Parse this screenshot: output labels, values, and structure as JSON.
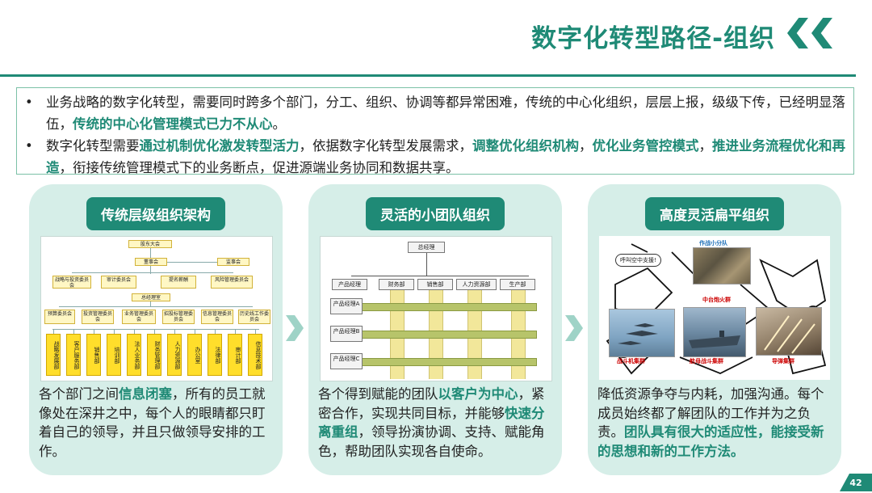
{
  "header": {
    "title": "数字化转型路径-组织",
    "accent_color": "#1f8a76"
  },
  "bullets": [
    {
      "parts": [
        {
          "t": "业务战略的数字化转型，需要同时跨多个部门，分工、组织、协调等都异常困难，传统的中心化组织，层层上报，级级下传，已经明显落伍，",
          "hl": false
        },
        {
          "t": "传统的中心化管理模式已力不从心",
          "hl": true
        },
        {
          "t": "。",
          "hl": false
        }
      ]
    },
    {
      "parts": [
        {
          "t": "数字化转型需要",
          "hl": false
        },
        {
          "t": "通过机制优化激发转型活力",
          "hl": true
        },
        {
          "t": "，依据数字化转型发展需求，",
          "hl": false
        },
        {
          "t": "调整优化组织机构",
          "hl": true
        },
        {
          "t": "，",
          "hl": false
        },
        {
          "t": "优化业务管控模式",
          "hl": true
        },
        {
          "t": "，",
          "hl": false
        },
        {
          "t": "推进业务流程优化和再造",
          "hl": true
        },
        {
          "t": "，衔接传统管理模式下的业务断点，促进源端业务协同和数据共享。",
          "hl": false
        }
      ]
    }
  ],
  "panels": [
    {
      "title": "传统层级组织架构",
      "text_parts": [
        {
          "t": "各个部门之间",
          "hl": false
        },
        {
          "t": "信息闭塞",
          "hl": true
        },
        {
          "t": "，所有的员工就像处在深井之中，每个人的眼睛都只盯着自己的领导，并且只做领导安排的工作。",
          "hl": false
        }
      ]
    },
    {
      "title": "灵活的小团队组织",
      "text_parts": [
        {
          "t": "各个得到赋能的团队",
          "hl": false
        },
        {
          "t": "以客户为中心",
          "hl": true
        },
        {
          "t": "，紧密合作，实现共同目标，并能够",
          "hl": false
        },
        {
          "t": "快速分离重组",
          "hl": true
        },
        {
          "t": "，领导扮演协调、支持、赋能角色，帮助团队实现各自使命。",
          "hl": false
        }
      ]
    },
    {
      "title": "高度灵活扁平组织",
      "text_parts": [
        {
          "t": "降低资源争夺与内耗，加强沟通。每个成员始终都了解团队的工作并为之负责。",
          "hl": false
        },
        {
          "t": "团队具有很大的适应性，能接受新的思想和新的工作方法。",
          "hl": true
        }
      ]
    }
  ],
  "org_chart": {
    "top": "股东大会",
    "board": "董事会",
    "supervisors": "监事会",
    "committees": [
      "战略与投资委员会",
      "审计委员会",
      "提名薪酬",
      "风险管理委员会"
    ],
    "ceo": "总经理室",
    "mid": [
      "预算委员会",
      "投资管理委员会",
      "业务管理委员会",
      "招投标管理委员会",
      "信息管理委员会",
      "历史线工作委员会"
    ],
    "depts": [
      "战略发展部",
      "客户服务部",
      "销售部",
      "培训部",
      "法人业务部",
      "财务管理部",
      "人力资源部",
      "办公室",
      "法律部",
      "审计部",
      "信息技术部"
    ]
  },
  "matrix": {
    "top": "总经理",
    "cols": [
      "产品经理",
      "财务部",
      "销售部",
      "人力资源部",
      "生产部"
    ],
    "rows": [
      "产品经理A",
      "产品经理B",
      "产品经理C"
    ]
  },
  "flat": {
    "labels": [
      "作战小分队",
      "呼叫空中支援!",
      "中台炮火群",
      "战斗机集群",
      "航母战斗集群",
      "导弹集群"
    ]
  },
  "page_number": "42"
}
